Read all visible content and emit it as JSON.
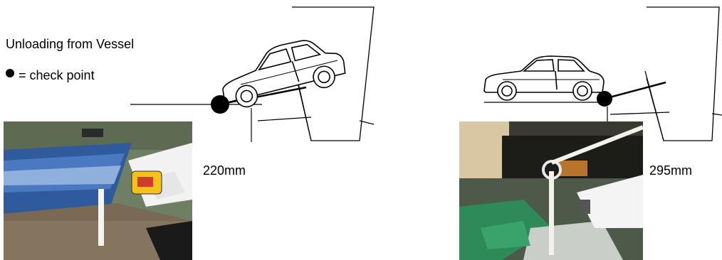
{
  "title": "Unloading from Vessel",
  "legend": {
    "marker": "●",
    "text": "= check point"
  },
  "measurements": {
    "left": "220mm",
    "right": "295mm"
  }
}
